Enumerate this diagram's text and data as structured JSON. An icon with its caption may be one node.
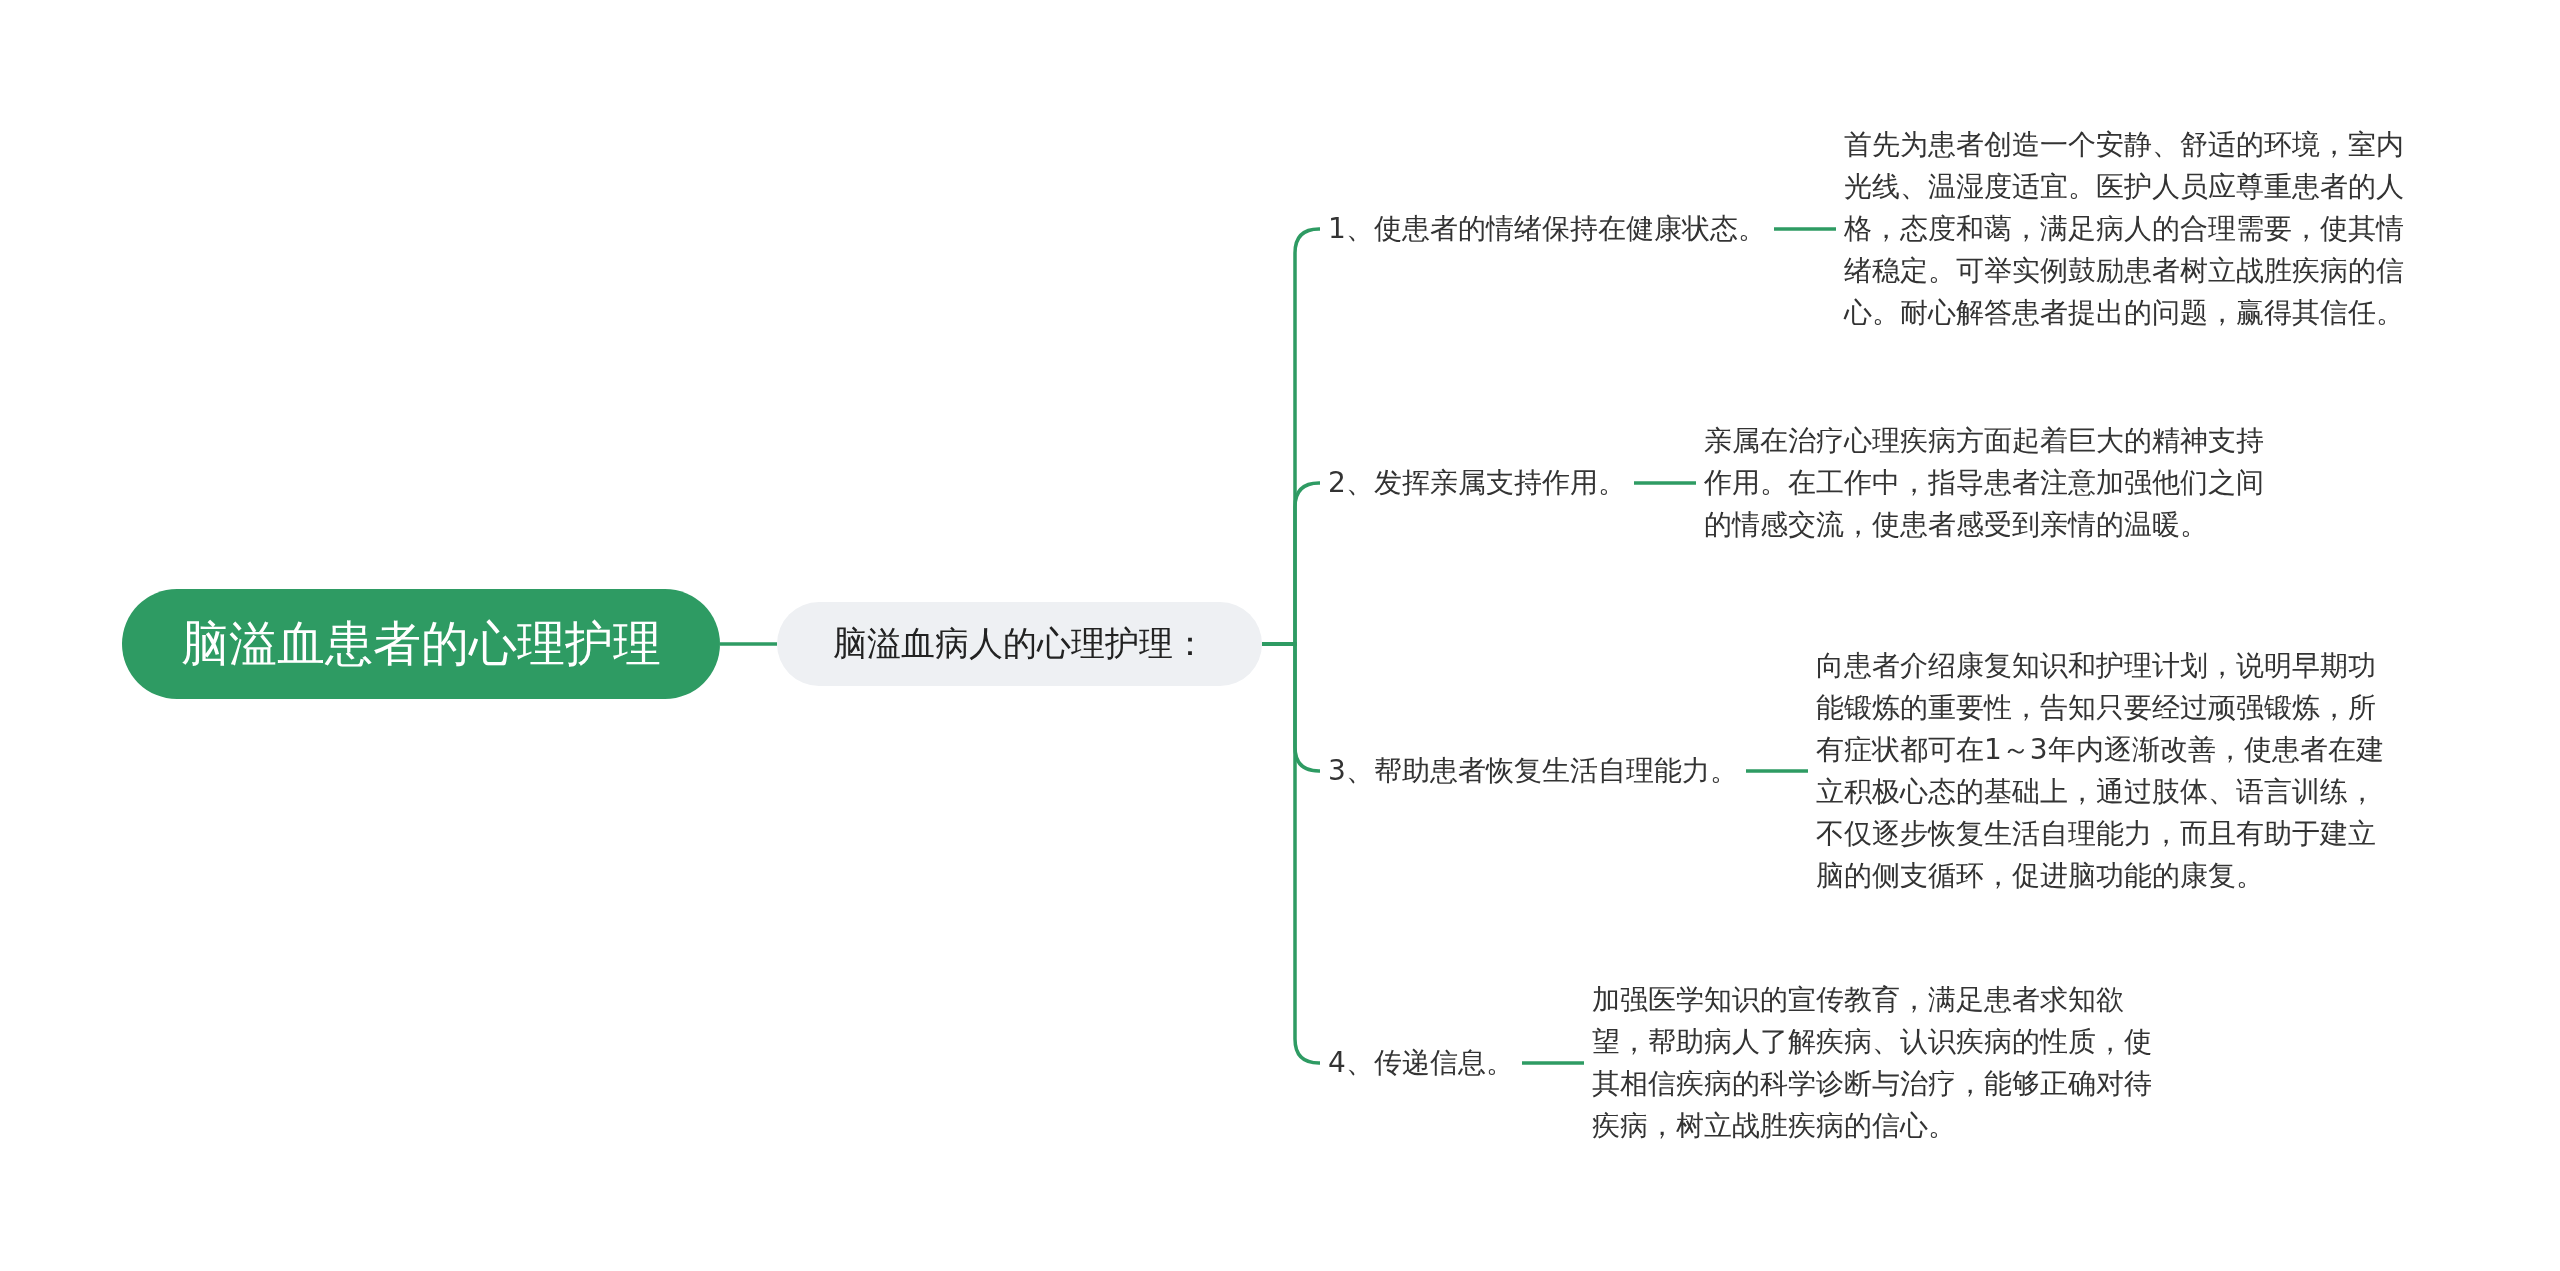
{
  "diagram": {
    "nodes": [
      {
        "text": [
          "脑溢血患者的心理护理"
        ]
      },
      {
        "text": [
          "脑溢血病人的心理护理："
        ]
      },
      {
        "text": [
          "1、使患者的情绪保持在健康状态。"
        ]
      },
      {
        "text": [
          "首先为患者创造一个安静、舒适的环境，室内光线、温湿度适宜。医护人员应尊重患者的人格，态度和蔼，满足病人的合理需要，使其情绪稳定。可举实例鼓励患者树立战胜疾病的信心。耐心解答患者提出的问题，赢得其信任。"
        ]
      },
      {
        "text": [
          "2、发挥亲属支持作用。"
        ]
      },
      {
        "text": [
          "亲属在治疗心理疾病方面起着巨大的精神支持作用。在工作中，指导患者注意加强他们之间的情感交流，使患者感受到亲情的温暖。"
        ]
      },
      {
        "text": [
          "3、帮助患者恢复生活自理能力。"
        ]
      },
      {
        "text": [
          "向患者介绍康复知识和护理计划，说明早期功能锻炼的重要性，告知只要经过顽强锻炼，所有症状都可在1～3年内逐渐改善，使患者在建立积极心态的基础上，通过肢体、语言训练，不仅逐步恢复生活自理能力，而且有助于建立脑的侧支循环，促进脑功能的康复。"
        ]
      },
      {
        "text": [
          "4、传递信息。"
        ]
      },
      {
        "text": [
          "加强医学知识的宣传教育，满足患者求知欲望，帮助病人了解疾病、认识疾病的性质，使其相信疾病的科学诊断与治疗，能够正确对待疾病，树立战胜疾病的信心。"
        ]
      }
    ],
    "edges": [
      {
        "from": 0,
        "to": 1,
        "arrow": "none"
      },
      {
        "from": 1,
        "to": 2,
        "arrow": "none"
      },
      {
        "from": 1,
        "to": 4,
        "arrow": "none"
      },
      {
        "from": 1,
        "to": 6,
        "arrow": "none"
      },
      {
        "from": 1,
        "to": 8,
        "arrow": "none"
      },
      {
        "from": 2,
        "to": 3,
        "arrow": "none"
      },
      {
        "from": 4,
        "to": 5,
        "arrow": "none"
      },
      {
        "from": 6,
        "to": 7,
        "arrow": "none"
      },
      {
        "from": 8,
        "to": 9,
        "arrow": "none"
      }
    ]
  }
}
